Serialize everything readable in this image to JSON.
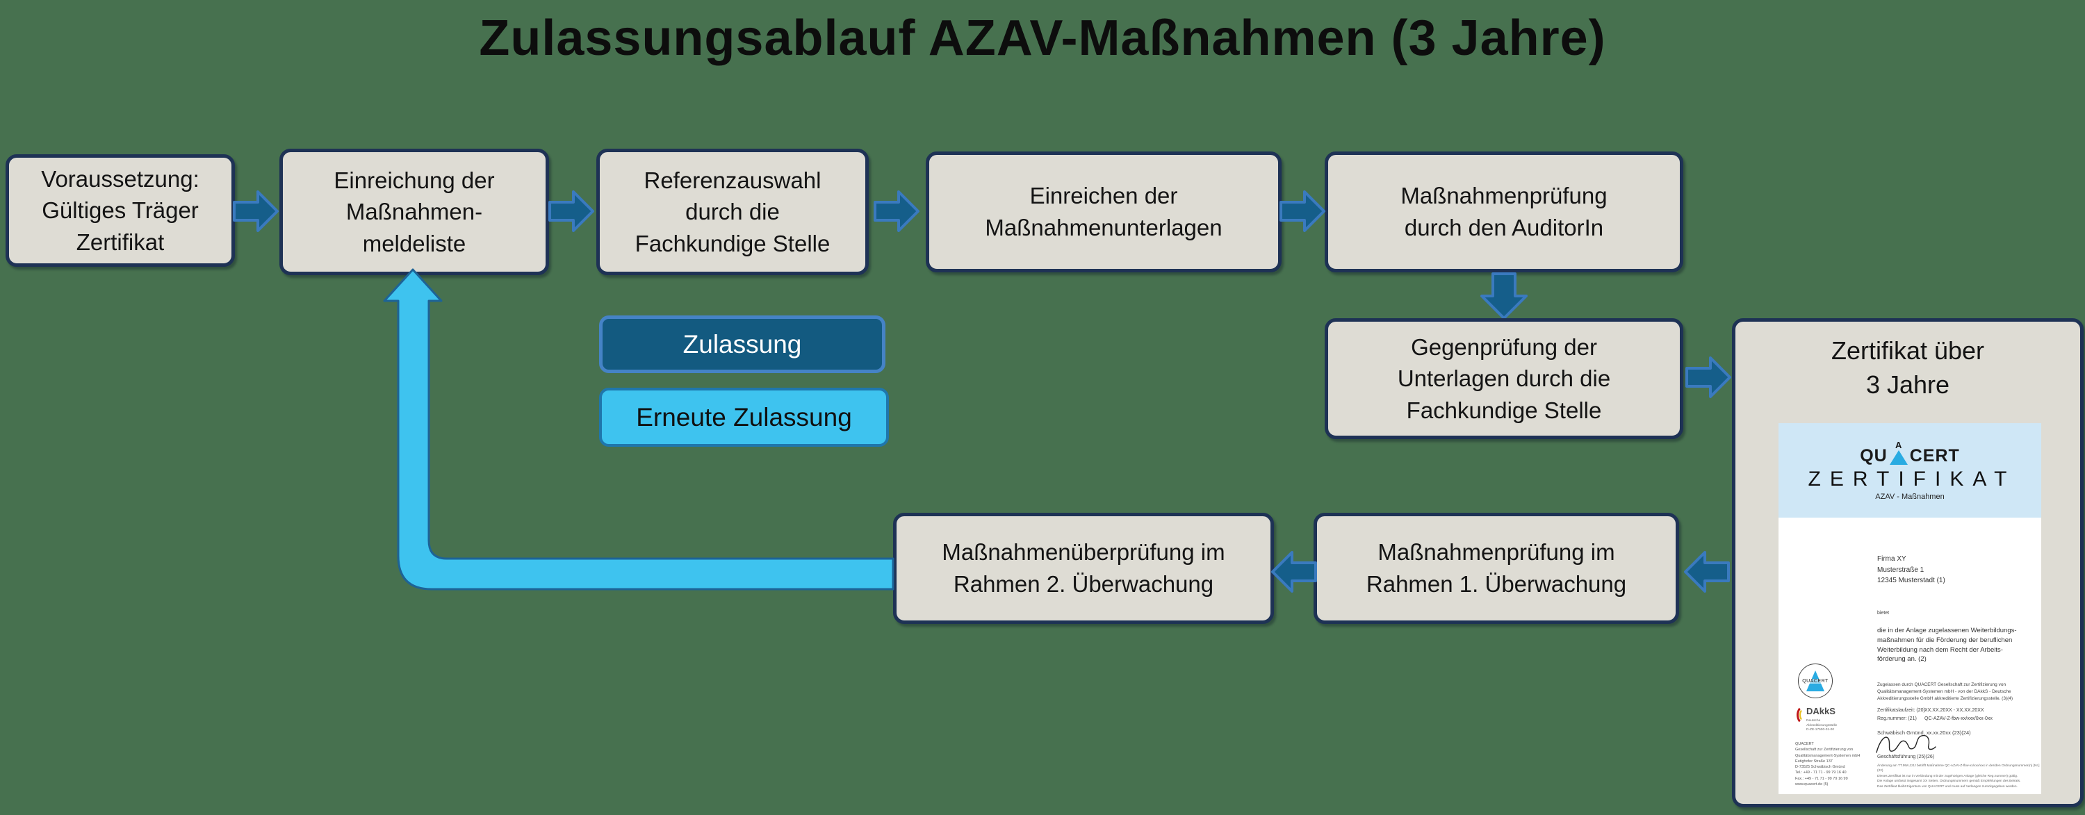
{
  "title": "Zulassungsablauf AZAV-Maßnahmen (3 Jahre)",
  "colors": {
    "background": "#47714F",
    "box_fill": "#DEDCD4",
    "box_border": "#1E3255",
    "arrow_fill": "#155E8A",
    "arrow_stroke": "#3A7ABF",
    "legend_dark_fill": "#135A80",
    "legend_dark_border": "#4583C6",
    "cyan_fill": "#3EC3EF",
    "cyan_border": "#1D6396",
    "cert_band": "#CFE7F6",
    "quacert_cyan": "#29ABE2"
  },
  "flow_boxes": [
    {
      "label": "Voraussetzung:\nGültiges Träger\nZertifikat"
    },
    {
      "label": "Einreichung der\nMaßnahmen-\nmeldeliste"
    },
    {
      "label": "Referenzauswahl\ndurch die\nFachkundige Stelle"
    },
    {
      "label": "Einreichen der\nMaßnahmenunterlagen"
    },
    {
      "label": "Maßnahmenprüfung\ndurch den AuditorIn"
    },
    {
      "label": "Gegenprüfung der\nUnterlagen durch die\nFachkundige Stelle"
    },
    {
      "label": "Maßnahmenüberprüfung im\nRahmen 2. Überwachung"
    },
    {
      "label": "Maßnahmenprüfung im\nRahmen 1. Überwachung"
    }
  ],
  "legend": {
    "zulassung": "Zulassung",
    "erneute_zulassung": "Erneute Zulassung"
  },
  "certificate": {
    "heading": "Zertifikat über\n3 Jahre",
    "logo_qu": "QU",
    "logo_a": "A",
    "logo_cert": "CERT",
    "logo_word": "ZERTIFIKAT",
    "logo_subtitle": "AZAV - Maßnahmen",
    "recipient": "Firma XY\nMusterstraße 1\n12345 Musterstadt (1)",
    "bietet": "bietet",
    "body_paragraph": "die in der Anlage zugelassenen Weiterbildungs-\nmaßnahmen für die Förderung der beruflichen\nWeiterbildung nach dem Recht der Arbeits-\nförderung an. (2)",
    "accreditation": "Zugelassen durch QUACERT Gesellschaft zur Zertifizierung von\nQualitätsmanagement-Systemen mbH - von der DAkkS - Deutsche\nAkkreditierungsstelle GmbH akkreditierte Zertifizierungsstelle. (3)(4)",
    "laufzeit_label": "Zertifikatslaufzeit: (20)",
    "laufzeit_value": "XX.XX.20XX - XX.XX.20XX",
    "regnummer_label": "Reg.nummer: (21)",
    "regnummer_value": "QC-AZAV-Z-fbw-xx/xxx/0xx-0xx",
    "place_date": "Schwäbisch Gmünd, xx.xx.20xx (23)(24)",
    "signature_role": "Geschäftsführung (25)(26)",
    "seal_label": "QUACERT",
    "dakks_label": "DAkkS",
    "dakks_sub": "Deutsche\nAkkreditierungsstelle\nD-ZE-17500-01-00",
    "address": "QUACERT\nGesellschaft zur Zertifizierung von\nQualitätsmanagement-Systemen mbH\nEutighofer Straße 137\nD-73525 Schwäbisch Gmünd\nTel.: +49 - 71 71 - 99 79 16 40\nFax.: +49 - 71 71 - 99 79 16 99\nwww.quacert.de (5)",
    "fine_print": "Änderung am TT.MM.JJJJ betrifft Maßnahme QC-AZAV-Z-fbw-xx/xxx/xxx in der/den Ordnungsnummer(n) [Nr.] (22)\nDieses Zertifikat ist nur in Verbindung mit der zugehörigen Anlage (gleiche Reg.nummer) gültig.\nDie Anlage umfasst insgesamt XX Seiten. Ordnungsnummern gemäß Empfehlungen des Beirats.\nDas Zertifikat bleibt Eigentum von QUACERT und muss auf Verlangen zurückgegeben werden."
  }
}
